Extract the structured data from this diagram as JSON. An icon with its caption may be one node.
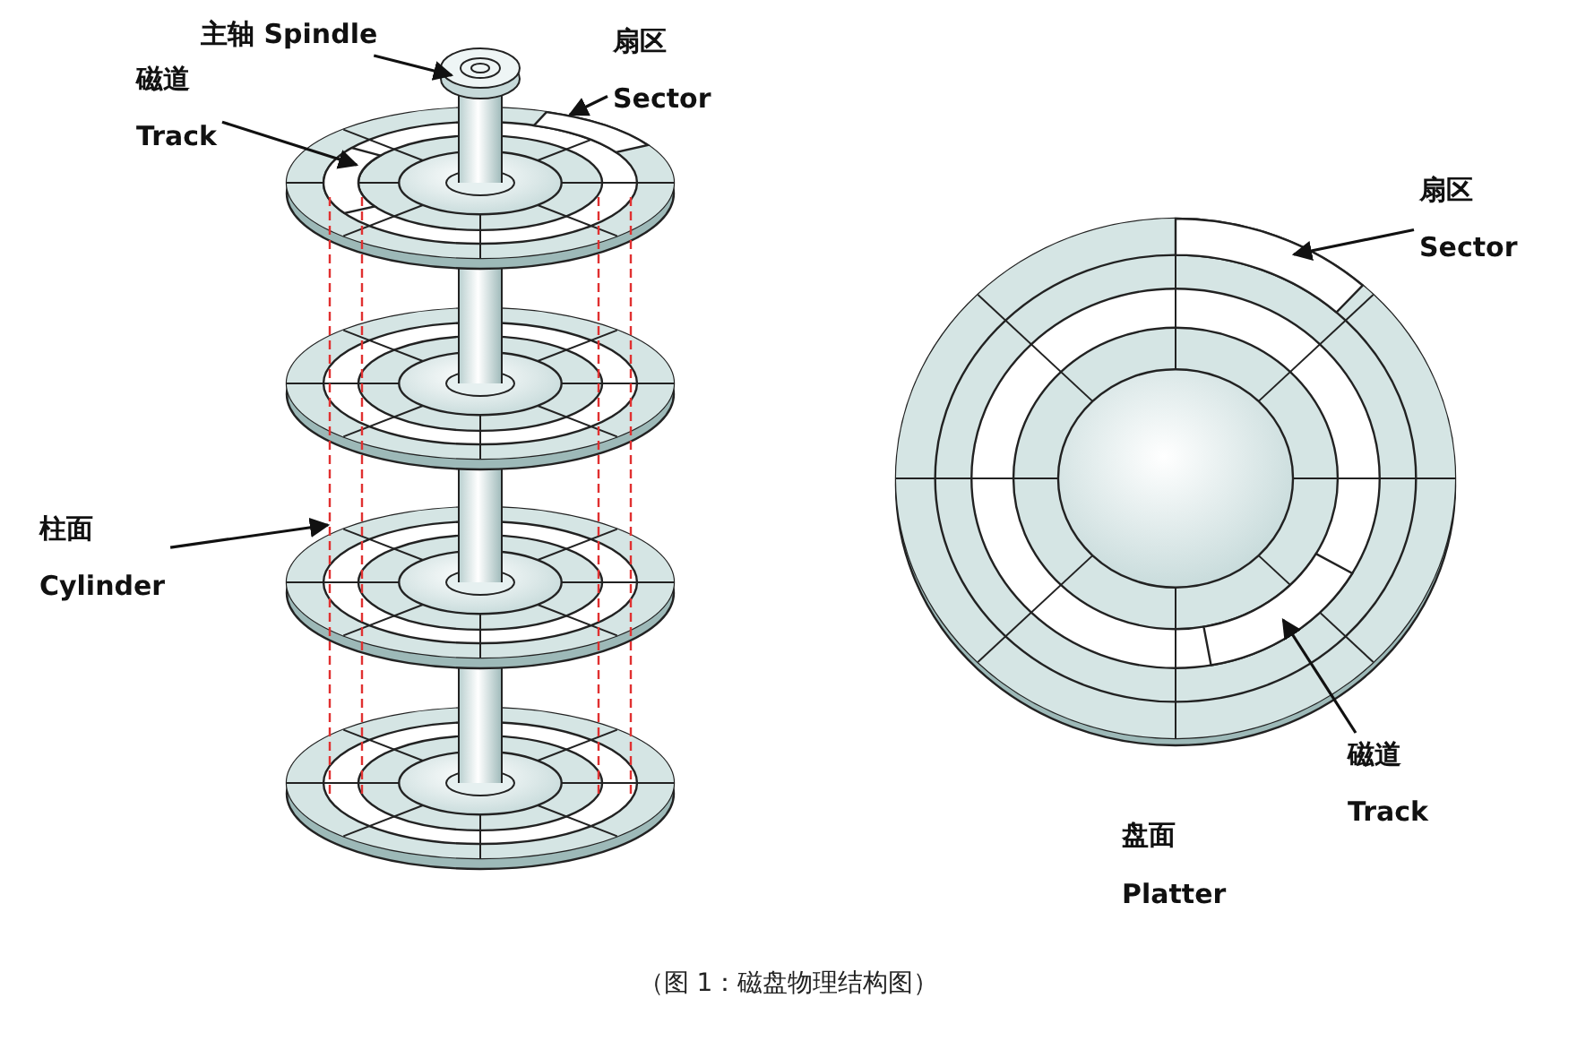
{
  "diagram": {
    "caption": "（图 1：磁盘物理结构图）",
    "nodes": [
      {
        "text": [
          "主轴 Spindle"
        ]
      },
      {
        "text": [
          "磁道",
          "Track"
        ]
      },
      {
        "text": [
          "扇区",
          "Sector"
        ]
      },
      {
        "text": [
          "柱面",
          "Cylinder"
        ]
      },
      {
        "text": [
          "扇区",
          "Sector"
        ]
      },
      {
        "text": [
          "磁道",
          "Track"
        ]
      },
      {
        "text": [],
        "shape": "ellipse"
      },
      {
        "text": [],
        "shape": "ring"
      },
      {
        "text": [],
        "shape": "arc"
      },
      {
        "text": [],
        "shape": "cylinder"
      },
      {
        "text": [],
        "shape": "arc"
      },
      {
        "text": [],
        "shape": "ring"
      }
    ],
    "edges": [
      {
        "from": 0,
        "to": 6,
        "arrow": "to"
      },
      {
        "from": 1,
        "to": 7,
        "arrow": "to"
      },
      {
        "from": 2,
        "to": 8,
        "arrow": "to"
      },
      {
        "from": 3,
        "to": 9,
        "arrow": "to"
      },
      {
        "from": 4,
        "to": 10,
        "arrow": "to"
      },
      {
        "from": 5,
        "to": 11,
        "arrow": "to"
      }
    ],
    "labels": [
      "盘面",
      "Platter"
    ]
  }
}
